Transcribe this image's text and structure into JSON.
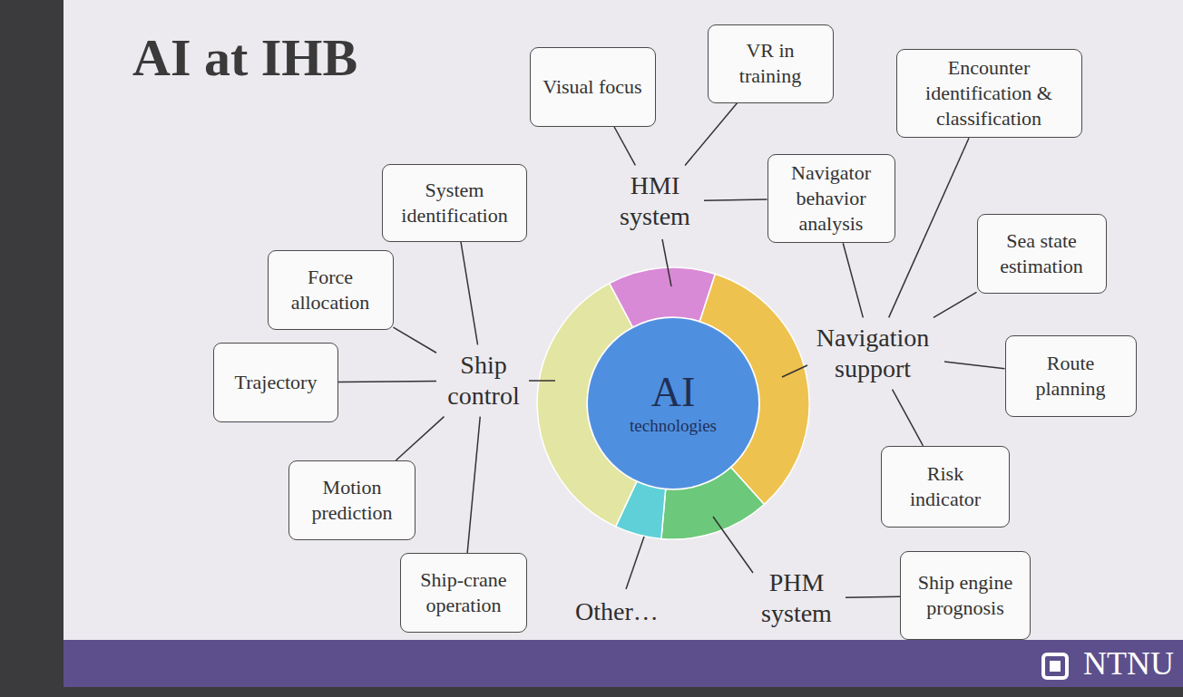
{
  "diagram": {
    "title": "AI at IHB",
    "nodes": [
      {
        "text": [
          "Visual focus"
        ]
      },
      {
        "text": [
          "VR in training"
        ]
      },
      {
        "text": [
          "Encounter identification & classification"
        ]
      },
      {
        "text": [
          "System identification"
        ]
      },
      {
        "text": [
          "HMI system"
        ]
      },
      {
        "text": [
          "Navigator behavior analysis"
        ]
      },
      {
        "text": [
          "Sea state estimation"
        ]
      },
      {
        "text": [
          "Force allocation"
        ]
      },
      {
        "text": [
          "Navigation support"
        ]
      },
      {
        "text": [
          "Route planning"
        ]
      },
      {
        "text": [
          "Trajectory"
        ]
      },
      {
        "text": [
          "Ship control"
        ]
      },
      {
        "text": [
          "AI",
          "technologies"
        ]
      },
      {
        "text": [
          "Risk indicator"
        ]
      },
      {
        "text": [
          "Motion prediction"
        ]
      },
      {
        "text": [
          "Ship-crane operation"
        ]
      },
      {
        "text": [
          "Other…"
        ]
      },
      {
        "text": [
          "PHM system"
        ]
      },
      {
        "text": [
          "Ship engine prognosis"
        ]
      }
    ],
    "edges": [
      {
        "from": 4,
        "to": 0,
        "arrow": "none"
      },
      {
        "from": 4,
        "to": 1,
        "arrow": "none"
      },
      {
        "from": 4,
        "to": 5,
        "arrow": "none"
      },
      {
        "from": 8,
        "to": 5,
        "arrow": "none"
      },
      {
        "from": 8,
        "to": 2,
        "arrow": "none"
      },
      {
        "from": 8,
        "to": 6,
        "arrow": "none"
      },
      {
        "from": 8,
        "to": 9,
        "arrow": "none"
      },
      {
        "from": 8,
        "to": 13,
        "arrow": "none"
      },
      {
        "from": 11,
        "to": 3,
        "arrow": "none"
      },
      {
        "from": 11,
        "to": 7,
        "arrow": "none"
      },
      {
        "from": 11,
        "to": 10,
        "arrow": "none"
      },
      {
        "from": 11,
        "to": 14,
        "arrow": "none"
      },
      {
        "from": 11,
        "to": 15,
        "arrow": "none"
      },
      {
        "from": 17,
        "to": 18,
        "arrow": "none"
      }
    ],
    "labels": [
      "NTNU"
    ]
  }
}
